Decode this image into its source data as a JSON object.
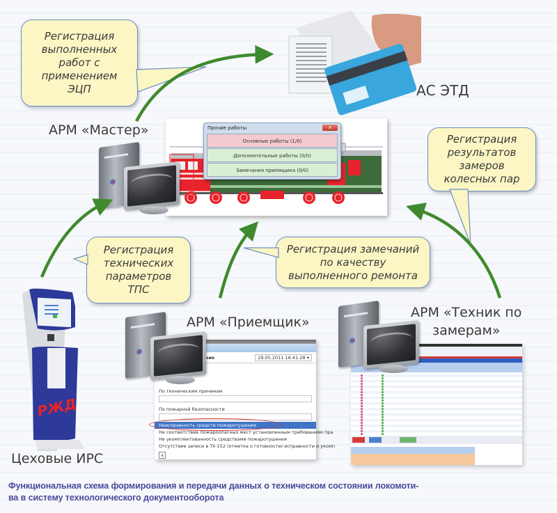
{
  "callouts": {
    "signature": {
      "lines": [
        "Регистрация",
        "выполненных",
        "работ с",
        "применением",
        "ЭЦП"
      ]
    },
    "wheel_measurements": {
      "lines": [
        "Регистрация",
        "результатов",
        "замеров",
        "колесных пар"
      ]
    },
    "tech_params": {
      "lines": [
        "Регистрация",
        "технических",
        "параметров",
        "ТПС"
      ]
    },
    "quality_remarks": {
      "lines": [
        "Регистрация замечаний",
        "по качеству",
        "выполненного ремонта"
      ]
    }
  },
  "nodes": {
    "as_etd": "АС ЭТД",
    "arm_master": "АРМ «Мастер»",
    "arm_receiver": "АРМ «Приемщик»",
    "arm_technician_line1": "АРМ «Техник по",
    "arm_technician_line2": "замерам»",
    "shop_irs": "Цеховые ИРС"
  },
  "master_window": {
    "title": "Прочие работы",
    "close": "x",
    "rows": [
      "Основные работы (1/0)",
      "Дополнительные работы (0/0)",
      "Замечания приемщика (0/0)"
    ]
  },
  "receiver_window": {
    "header": "Ухоприемчик",
    "date": "29.05.2011 16:41:28 ▾",
    "label_technical": "По техническим причинам",
    "label_fire": "По пожарной безопасности",
    "list": [
      "Неисправность средств пожаротушения",
      "Не соответствие пожароопасных мест установленным требованиям пра",
      "Не укомплектованность средствами пожаротушения",
      "Отсутствие записи в ТУ-152 (отметка о готовности/ исправности и укомп"
    ],
    "close": "x"
  },
  "kiosk": {
    "logo": "РЖД"
  },
  "caption": {
    "line1": "Функциональная схема формирования и передачи данных о техническом состоянии локомоти-",
    "line2": "ва в систему технологического документооборота"
  },
  "colors": {
    "arrow": "#3f8a2e",
    "callout_fill": "#fbf6c4",
    "callout_border": "#6d8fc0",
    "caption": "#4a4a9a",
    "loco_red": "#e8232b",
    "loco_green": "#3d6b3a"
  }
}
